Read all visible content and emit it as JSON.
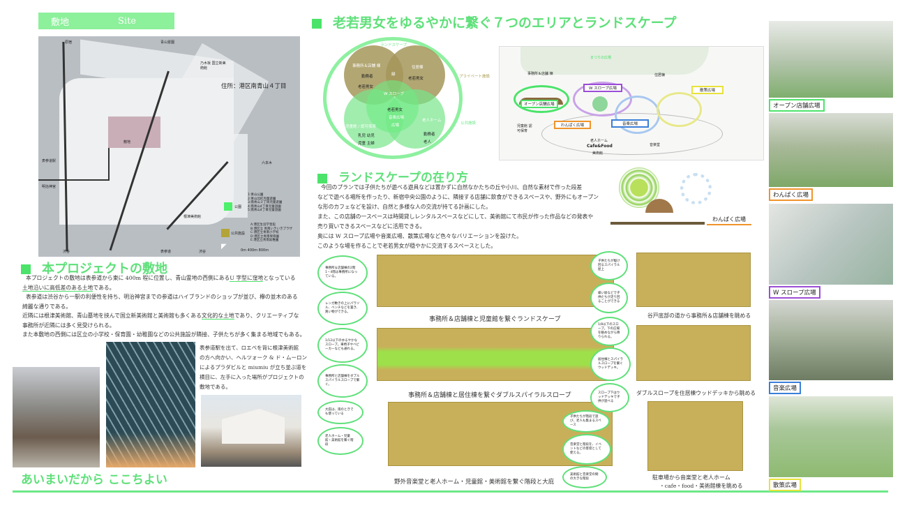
{
  "site_header": {
    "jp": "敷地",
    "en": "Site"
  },
  "map": {
    "address": "住所：港区南青山４丁目",
    "labels": [
      "原宿",
      "青山霊園",
      "乃木坂 国立新美術館",
      "表参道駅",
      "明治神宮",
      "根津美術館",
      "渋谷",
      "表参道",
      "渋谷",
      "六本木",
      "敷地"
    ],
    "legend_park": "公園",
    "legend_park_items": [
      "1:青山公園",
      "2:青山北町児童遊園",
      "3:南青山３丁目児童遊園",
      "4:南青山4丁目児童遊園",
      "5:南青山4丁目児童遊園"
    ],
    "legend_public": "公共施設",
    "legend_public_items": [
      "A:港区生涯学習館",
      "B:港区立 青南いきいきプラザ",
      "C:港区立青南小学校",
      "D:港区立青南保育園",
      "E:港区立青南幼稚園"
    ],
    "scale": "0m  400m 800m"
  },
  "site_section": {
    "heading": "本プロジェクトの敷地",
    "p1a": "本プロジェクトの敷地は表参道から東に 400m 程に位置し、青山霊地の西側にある",
    "p1u": "U 字型に窪地",
    "p1b": "となっている",
    "p1c": "土地沿いに高低差のある土地",
    "p1d": "である。",
    "p2": "表参道は渋谷から一駅の利便性を持ち、明治神宮までの参道はハイブランドのショップが並び、欅の並木のある",
    "p2b": "綺麗な通りである。",
    "p3a": "近隣には根津美術館、青山墓地を挟んで国立新美術館と美術館も多くある",
    "p3u": "文化的な土地",
    "p3b": "であり、クリエーティブな",
    "p3c": "事務所が近隣には多く見受けられる。",
    "p4": "また本敷地の西側には区立の小学校・保育園・幼稚園などの公共施設が隣接、子供たちが多く集まる地域でもある。",
    "route": [
      "表参道駅を出て、ロエベを背に根津美術館",
      "の方へ向かい、ヘルツォーク & ド・ムーロン",
      "によるプラダビルと miumiu が立ち並ぶ道を",
      "横目に、左手に入った場所がプロジェクトの",
      "敷地である。"
    ],
    "tagline": "あいまいだから ここちよい"
  },
  "title": "老若男女をゆるやかに繋ぐ７つのエリアとランドスケープ",
  "venn": {
    "outer": "ランドスケープ",
    "private": "プライベート施設",
    "public": "公共施設",
    "tl_title": "事務所＆店舗 棟",
    "tl": [
      "勤務者",
      "老若男女"
    ],
    "tr_title": "住居棟",
    "tr": [
      "老若男女"
    ],
    "center": "W スロープ",
    "top_mid": "緑",
    "mid": [
      "老若男女",
      "音楽広場",
      "広場"
    ],
    "bl_title": "児童館 / 認可保育",
    "bl": [
      "乳児 幼児",
      "児童 主婦"
    ],
    "br_title": "老人ホーム",
    "br": [
      "勤務者",
      "老人"
    ]
  },
  "plan": {
    "top": "まつりの広場",
    "office": "事務所＆店舗 棟",
    "residence": "住居棟",
    "zones": [
      "オープン店舗広場",
      "W スロープ広場",
      "わんぱく広場",
      "音楽広場",
      "散策広場"
    ],
    "kids": "児童館 認可保育",
    "elder": [
      "老人ホーム",
      "Cafe&Food",
      "美術館"
    ],
    "music": "音楽堂"
  },
  "landscape": {
    "heading": "ランドスケープの在り方",
    "lines": [
      "今回のプランでは子供たちが遊べる遊具などは置かずに自然なかたちの丘や小川、自然な素材で作った段差",
      "などで遊べる場所を作ったり、新宿中央公園のように、隣接する店舗に飲食ができるスペースや、野外にもオープン",
      "な形のカフェなどを設け、自然と多様な人の交流が持てる計画にした。",
      "また、この店舗の一スペースは時間貸しレンタルスペースなどにして、美術館にて市民が作った作品などの発表や",
      "売り買いできるスペースなどに活用できる。",
      "奥には W スロープ広場や音楽広場、散策広場など色々なバリエーションを設けた。",
      " このような場を作ることで老若男女が穏やかに交流するスペースとした。"
    ],
    "diagram_label": "わんぱく広場"
  },
  "sections": {
    "captions": [
      "事務所＆店舗棟と児童館を繋ぐランドスケープ",
      "事務所＆店舗棟と居住棟を繋ぐダブルスパイラルスロープ",
      "野外音楽堂と老人ホーム・児童館・美術館を繋ぐ階段と大庇"
    ],
    "bubbles": [
      "事務所＆店舗棟の2階1・4階は事務所になっている。",
      "レンガ敷きの上にパラソル、ベンチなどを置き、買い物ができる。",
      "子供たちが駆け回るスパイラル屋上",
      "緩い坂などで子供たちが走り回ることができる",
      "1/12以下のゆるやかなスロープ。車椅子やベビーカーなども通れる。",
      "事務所と店舗棟をダブルスパイラルスロープで繋ぐ。",
      "1/8以下のスロープ。下の広場を眺めながら降りられる。",
      "居住棟とスパイラルスロープを繋ぐウッドデッキ。",
      "スロープ下はウッドデッキで子供が遊べる",
      "大庇は、雨のときでも使っている",
      "老人ホーム・児童館・美術館を繋ぐ階段",
      "子供たちが階段で遊び、老人も集まるスペース",
      "音楽堂と階段を、イベントなどの客席として使える。",
      "美術館と音楽堂の間の大きな階段"
    ],
    "sketch_captions": [
      "谷戸底部の道から事務所＆店舗棟を眺める",
      "ダブルスロープを住居棟ウッドデッキから眺める",
      "駐車場から音楽堂と老人ホーム",
      "・cafe・food・美術館棟を眺める"
    ]
  },
  "right_labels": [
    "オープン店舗広場",
    "わんぱく広場",
    "W スロープ広場",
    "音楽広場",
    "散策広場"
  ],
  "colors": {
    "accent": "#5fe07a",
    "open": "#4be36a",
    "wanpaku": "#f0932b",
    "wslope": "#9b4dd6",
    "music": "#3a7fd9",
    "stroll": "#e8e23a"
  }
}
